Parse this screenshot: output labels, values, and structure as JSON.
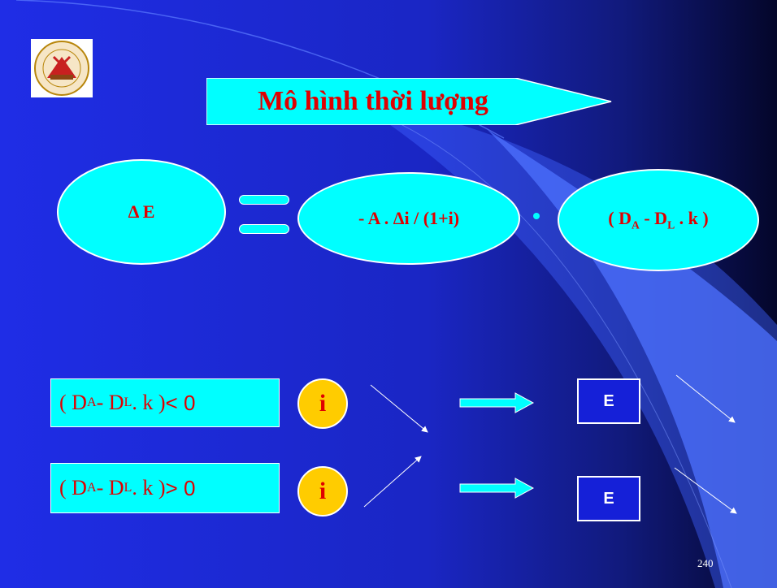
{
  "title": "Mô hình thời lượng",
  "equation": {
    "left": "Δ E",
    "middle": "- A . Δi / (1+i)",
    "right": {
      "open": "( D",
      "subA": "A",
      "minus": " - D",
      "subL": "L",
      "tail": " . k )"
    }
  },
  "conditions": [
    {
      "open": "( D",
      "subA": "A",
      "minus": " - D",
      "subL": "L",
      "tail": " . k ) ",
      "relation": "< 0",
      "rate_symbol": "i",
      "result_symbol": "E"
    },
    {
      "open": "( D",
      "subA": "A",
      "minus": " - D",
      "subL": "L",
      "tail": " . k ) ",
      "relation": "> 0",
      "rate_symbol": "i",
      "result_symbol": "E"
    }
  ],
  "page_number": "240",
  "colors": {
    "background": "#1f2de6",
    "accent": "#00ffff",
    "text": "#e00000",
    "badge": "#ffcc00"
  },
  "icons": [
    "academy-logo-icon",
    "right-arrow-icon"
  ]
}
